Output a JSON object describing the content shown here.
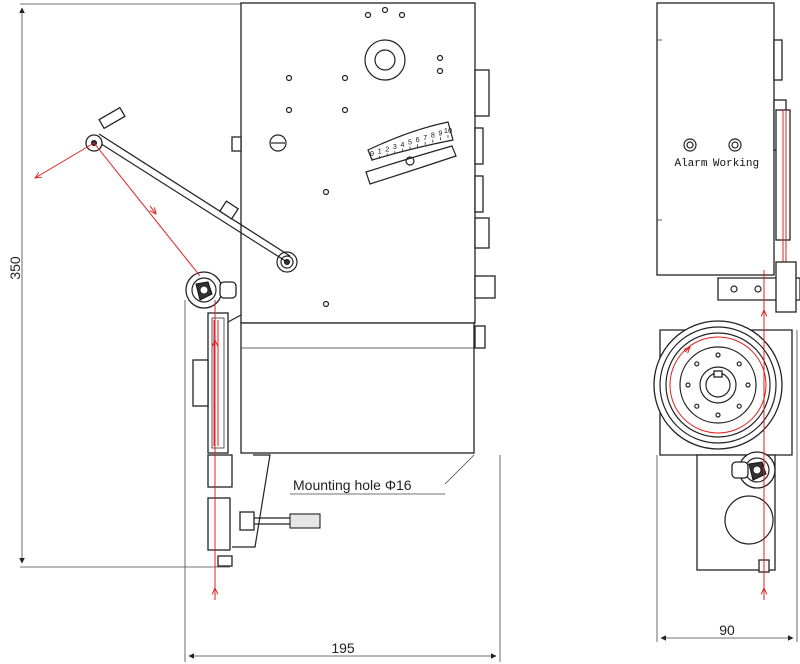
{
  "dimensions": {
    "height": "350",
    "width_front": "195",
    "width_side": "90"
  },
  "callouts": {
    "mounting_hole": "Mounting hole Φ16"
  },
  "indicators": {
    "alarm": "Alarm",
    "working": "Working"
  },
  "scale_numbers": [
    "0",
    "1",
    "2",
    "3",
    "4",
    "5",
    "6",
    "7",
    "8",
    "9",
    "10"
  ],
  "colors": {
    "line": "#222222",
    "wire_path": "#e02020",
    "background": "#ffffff"
  }
}
